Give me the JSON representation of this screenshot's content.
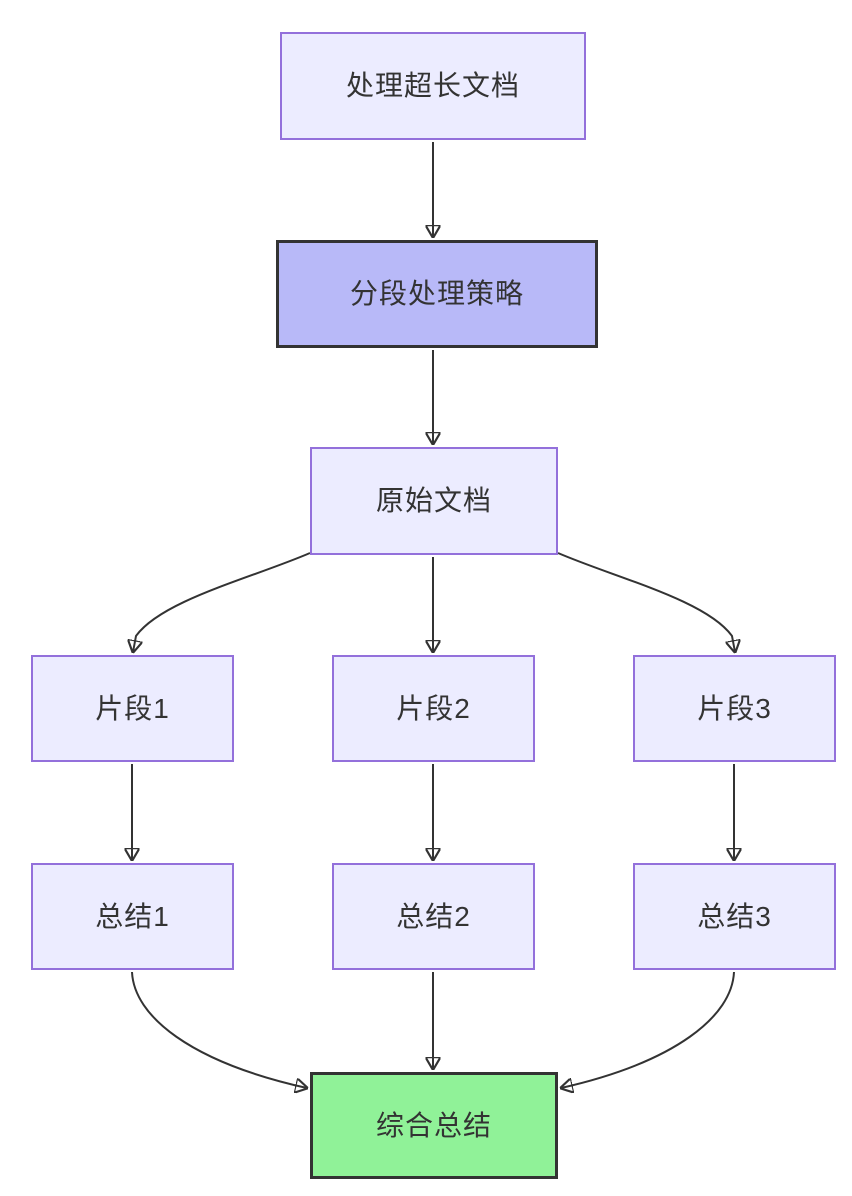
{
  "diagram_type": "flowchart-top-down",
  "background": "#FFFFFF",
  "nodes": {
    "main": {
      "label": "处理超长文档"
    },
    "strategy": {
      "label": "分段处理策略"
    },
    "original": {
      "label": "原始文档"
    },
    "frag1": {
      "label": "片段1"
    },
    "frag2": {
      "label": "片段2"
    },
    "frag3": {
      "label": "片段3"
    },
    "sum1": {
      "label": "总结1"
    },
    "sum2": {
      "label": "总结2"
    },
    "sum3": {
      "label": "总结3"
    },
    "final": {
      "label": "综合总结"
    }
  },
  "edges": [
    {
      "from": "main",
      "to": "strategy"
    },
    {
      "from": "strategy",
      "to": "original"
    },
    {
      "from": "original",
      "to": "frag1"
    },
    {
      "from": "original",
      "to": "frag2"
    },
    {
      "from": "original",
      "to": "frag3"
    },
    {
      "from": "frag1",
      "to": "sum1"
    },
    {
      "from": "frag2",
      "to": "sum2"
    },
    {
      "from": "frag3",
      "to": "sum3"
    },
    {
      "from": "sum1",
      "to": "final"
    },
    {
      "from": "sum2",
      "to": "final"
    },
    {
      "from": "sum3",
      "to": "final"
    }
  ],
  "colors": {
    "default_node_fill": "#ECECFF",
    "default_node_border": "#9370DB",
    "strategy_node_fill": "#B8B9F8",
    "strategy_node_border": "#333333",
    "final_node_fill": "#90F298",
    "final_node_border": "#333333",
    "edge_stroke": "#333333",
    "label_text": "#333333"
  }
}
